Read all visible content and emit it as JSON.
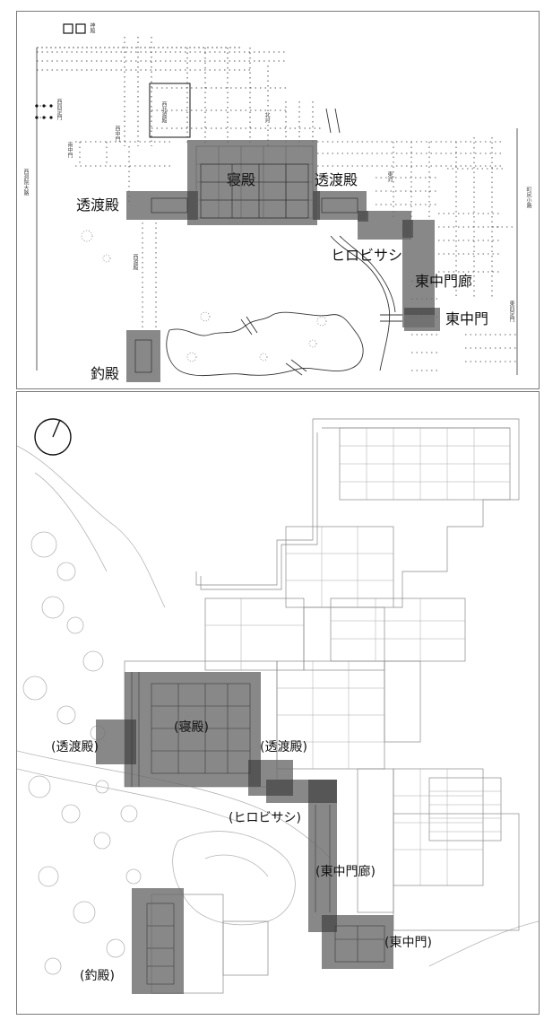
{
  "top_plan": {
    "labels": {
      "sukiwatadono_west": "透渡殿",
      "shinden": "寝殿",
      "sukiwatadono_east": "透渡殿",
      "hirobisashi": "ヒロビサシ",
      "higashichumon_ro": "東中門廊",
      "higashichumon": "東中門",
      "tsuridono": "釣殿"
    },
    "margin_labels": {
      "left_road": "西洞院大路",
      "right_road": "町尻小路",
      "west_gate": "西四足門",
      "west_chumon": "西中門",
      "south_gate": "南中門",
      "east_gate": "東四足門",
      "corridor_w": "西北渡殿",
      "shinden_n": "北対",
      "east_ta": "東対",
      "west_ro": "西渡殿",
      "shrine": "神殿"
    }
  },
  "bottom_plan": {
    "labels": {
      "sukiwatadono_west": "(透渡殿)",
      "shinden": "(寝殿)",
      "sukiwatadono_east": "(透渡殿)",
      "hirobisashi": "(ヒロビサシ)",
      "higashichumon_ro": "(東中門廊)",
      "higashichumon": "(東中門)",
      "tsuridono": "(釣殿)"
    }
  },
  "colors": {
    "highlight": "#6e6e6e",
    "highlight_dark": "#4a4a4a",
    "linework": "#333333",
    "faint_linework": "#b5b5b5",
    "frame": "#7a7a7a"
  },
  "icons": {
    "north_compass": "compass-icon",
    "shrine_boxes": "shrine-box-icon"
  }
}
